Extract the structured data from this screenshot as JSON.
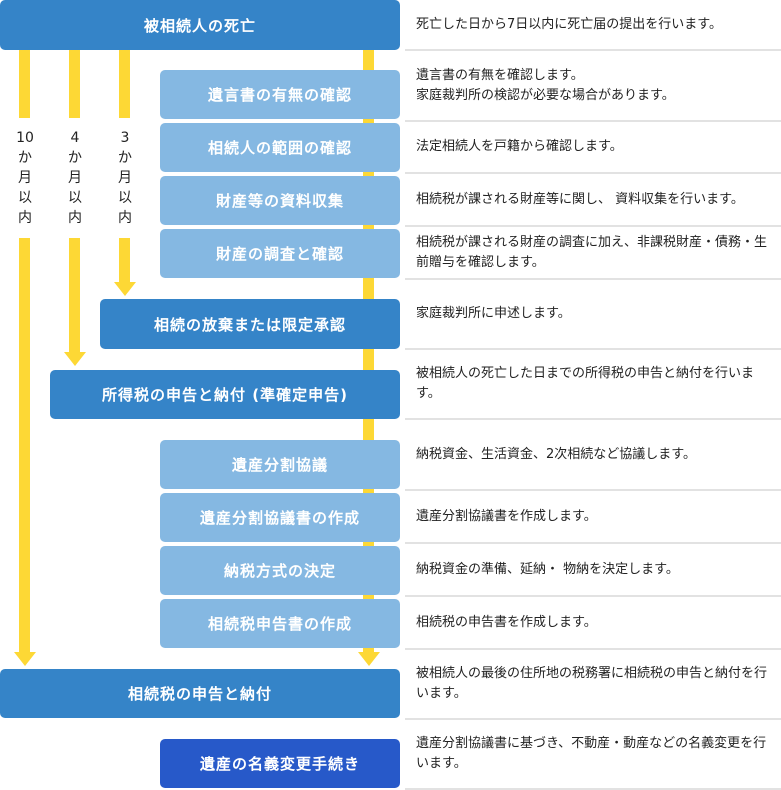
{
  "colors": {
    "primary_box": "#3584c8",
    "secondary_box": "#85b8e2",
    "final_box": "#2759c9",
    "timeline": "#fdd835",
    "divider": "#e2e2e2"
  },
  "deadlines": [
    {
      "number": "10",
      "chars": [
        "か",
        "月",
        "以",
        "内"
      ]
    },
    {
      "number": "4",
      "chars": [
        "か",
        "月",
        "以",
        "内"
      ]
    },
    {
      "number": "3",
      "chars": [
        "か",
        "月",
        "以",
        "内"
      ]
    }
  ],
  "steps": [
    {
      "label": "被相続人の死亡",
      "description": "死亡した日から7日以内に死亡届の提出を行います。"
    },
    {
      "label": "遺言書の有無の確認",
      "description": "遺言書の有無を確認します。\n家庭裁判所の検認が必要な場合があります。"
    },
    {
      "label": "相続人の範囲の確認",
      "description": "法定相続人を戸籍から確認します。"
    },
    {
      "label": "財産等の資料収集",
      "description": "相続税が課される財産等に関し、 資料収集を行います。"
    },
    {
      "label": "財産の調査と確認",
      "description": "相続税が課される財産の調査に加え、非課税財産・債務・生前贈与を確認します。"
    },
    {
      "label": "相続の放棄または限定承認",
      "description": "家庭裁判所に申述します。"
    },
    {
      "label": "所得税の申告と納付 (準確定申告)",
      "description": "被相続人の死亡した日までの所得税の申告と納付を行います。"
    },
    {
      "label": "遺産分割協議",
      "description": "納税資金、生活資金、2次相続など協議します。"
    },
    {
      "label": "遺産分割協議書の作成",
      "description": "遺産分割協議書を作成します。"
    },
    {
      "label": "納税方式の決定",
      "description": "納税資金の準備、延納・ 物納を決定します。"
    },
    {
      "label": "相続税申告書の作成",
      "description": "相続税の申告書を作成します。"
    },
    {
      "label": "相続税の申告と納付",
      "description": "被相続人の最後の住所地の税務署に相続税の申告と納付を行います。"
    },
    {
      "label": "遺産の名義変更手続き",
      "description": "遺産分割協議書に基づき、不動産・動産などの名義変更を行います。"
    }
  ]
}
